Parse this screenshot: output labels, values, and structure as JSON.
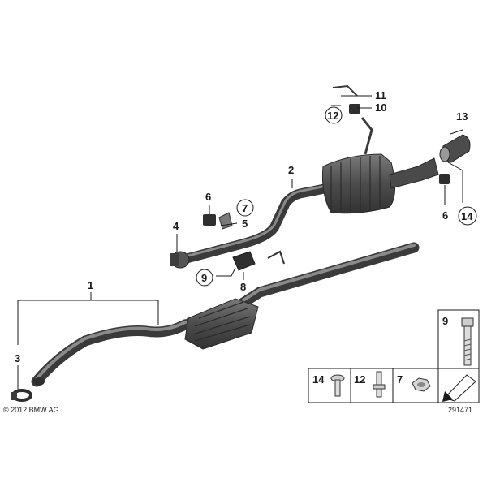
{
  "callouts": {
    "c1": "1",
    "c2": "2",
    "c3": "3",
    "c4": "4",
    "c5": "5",
    "c6a": "6",
    "c6b": "6",
    "c7": "7",
    "c8": "8",
    "c9": "9",
    "c10": "10",
    "c11": "11",
    "c12": "12",
    "c13": "13",
    "c14": "14"
  },
  "hardware_panel": {
    "item14": "14",
    "item12": "12",
    "item7": "7",
    "item9": "9"
  },
  "copyright": "© 2012 BMW AG",
  "drawing_number": "291471",
  "colors": {
    "part_fill": "#5a5a5a",
    "part_dark": "#3e3e3e",
    "line": "#1a1a1a"
  }
}
